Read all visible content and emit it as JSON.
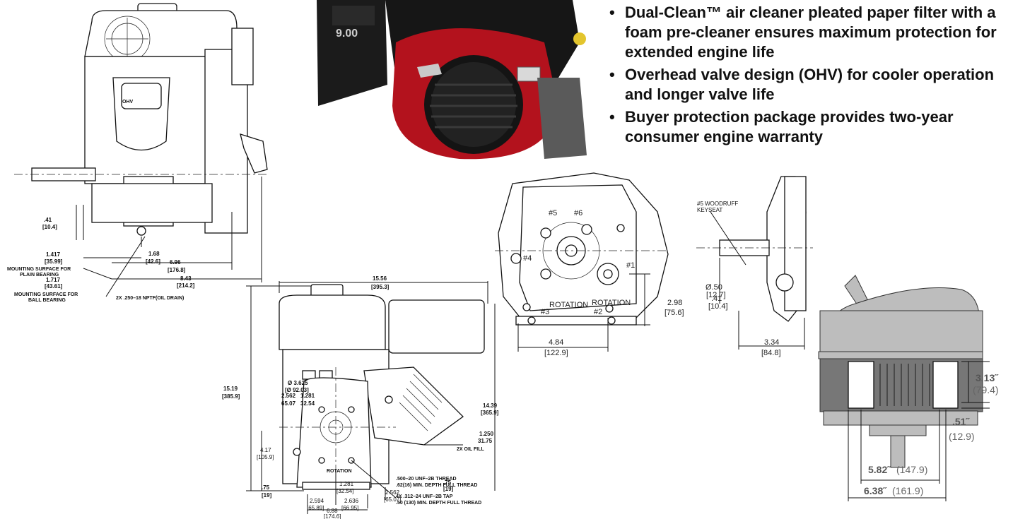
{
  "features": [
    "Dual-Clean™ air cleaner pleated paper filter with a foam pre-cleaner ensures maximum protection for extended engine life",
    "Overhead valve design (OHV) for cooler operation and longer valve life",
    "Buyer protection package provides two-year consumer engine warranty"
  ],
  "front_view": {
    "ohv_badge": "OHV",
    "d_41": ".41",
    "d_41m": "[10.4]",
    "d_1417": "1.417",
    "d_1417m": "[35.99]",
    "mount_plain": "MOUNTING SURFACE FOR",
    "mount_plain2": "PLAIN BEARING",
    "d_1717": "1.717",
    "d_1717m": "[43.61]",
    "mount_ball": "MOUNTING SURFACE FOR",
    "mount_ball2": "BALL BEARING",
    "d_168": "1.68",
    "d_168m": "[42.6]",
    "d_696": "6.96",
    "d_696m": "[176.8]",
    "d_843": "8.43",
    "d_843m": "[214.2]",
    "oil_drain": "2X .250–18 NPTF(OIL DRAIN)"
  },
  "side_view": {
    "d_1556": "15.56",
    "d_1556m": "[395.3]",
    "d_1519": "15.19",
    "d_1519m": "[385.9]",
    "d_3625": "Ø 3.625",
    "d_3625m": "[Ø 92.03]",
    "d_1281a": "1.281",
    "d_1281am": "32.54",
    "d_2562a": "2.562",
    "d_2562am": "65.07",
    "d_1439": "14.39",
    "d_1439m": "[365.9]",
    "d_1250": "1.250",
    "d_1250m": "31.75",
    "oil_fill": "2X OIL FILL",
    "d_417": "4.17",
    "d_417m": "[105.9]",
    "rotation": "ROTATION",
    "thread1": ".500–20 UNF–2B THREAD",
    "thread1b": ".62(16) MIN. DEPTH FULL THREAD",
    "d_75a": ".75",
    "d_75am": "[19]",
    "d_75b": ".75",
    "d_75bm": "[19]",
    "d_1281b": "1.281",
    "d_1281bm": "[32.54]",
    "d_2562b": "2.562",
    "d_2562bm": "[65.07]",
    "tap": "4X .312–24 UNF–2B TAP",
    "tapb": ".50 (130) MIN. DEPTH FULL THREAD",
    "d_2594": "2.594",
    "d_2594m": "[65.89]",
    "d_2636": "2.636",
    "d_2636m": "[66.95]",
    "d_688": "6.88",
    "d_688m": "[174.6]"
  },
  "mount_view": {
    "h5": "#5",
    "h6": "#6",
    "h4": "#4",
    "h1": "#1",
    "h3": "#3",
    "h2": "#2",
    "rot1": "ROTATION",
    "rot2": "ROTATION",
    "d_298": "2.98",
    "d_298m": "[75.6]",
    "d_484": "4.84",
    "d_484m": "[122.9]"
  },
  "shaft_view": {
    "keyseat": "#5 WOODRUFF",
    "keyseat2": "KEYSEAT",
    "d_50": "Ø.50",
    "d_50m": "[12.7]",
    "d_41": ".41",
    "d_41m": "[10.4]",
    "d_334": "3.34",
    "d_334m": "[84.8]"
  },
  "vertical_view": {
    "d_313": "3.13˝",
    "d_313m": "(79.4)",
    "d_51": ".51˝",
    "d_51m": "(12.9)",
    "d_582": "5.82˝",
    "d_582m": "(147.9)",
    "d_638": "6.38˝",
    "d_638m": "(161.9)"
  }
}
